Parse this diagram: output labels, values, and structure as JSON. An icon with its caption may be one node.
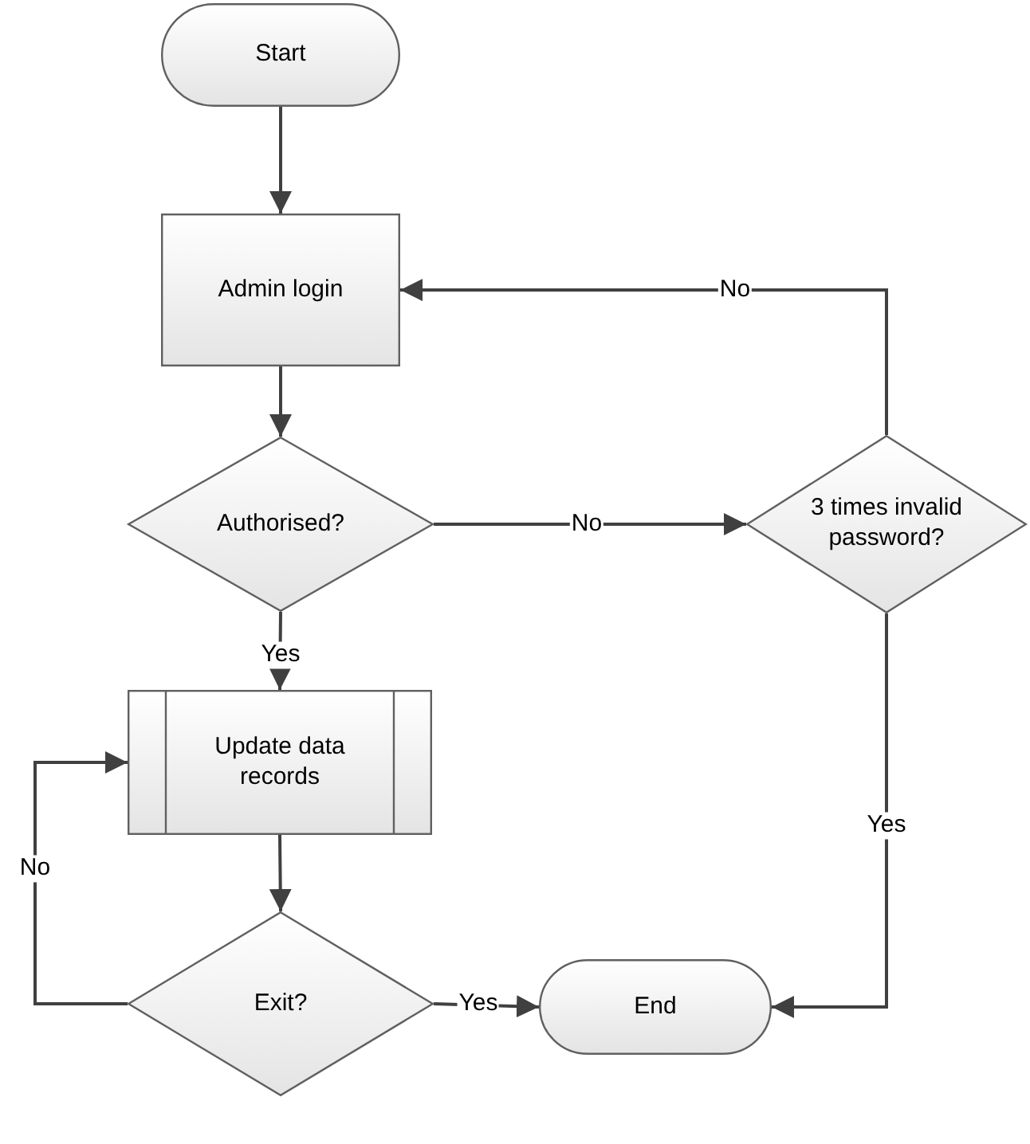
{
  "diagram": {
    "nodes": [
      {
        "text": [
          "Start"
        ]
      },
      {
        "text": [
          "Admin login"
        ]
      },
      {
        "text": [
          "Authorised?"
        ]
      },
      {
        "text": [
          "3 times invalid password?"
        ]
      },
      {
        "text": [
          "Update data records"
        ]
      },
      {
        "text": [
          "Exit?"
        ]
      },
      {
        "text": [
          "End"
        ]
      }
    ],
    "edges": [
      {
        "from": 0,
        "to": 1,
        "arrow": "to"
      },
      {
        "from": 1,
        "to": 2,
        "arrow": "to"
      },
      {
        "from": 2,
        "to": 3,
        "arrow": "to",
        "label": "No"
      },
      {
        "from": 3,
        "to": 1,
        "arrow": "to",
        "label": "No"
      },
      {
        "from": 2,
        "to": 4,
        "arrow": "to",
        "label": "Yes"
      },
      {
        "from": 4,
        "to": 5,
        "arrow": "to"
      },
      {
        "from": 5,
        "to": 4,
        "arrow": "to",
        "label": "No"
      },
      {
        "from": 5,
        "to": 6,
        "arrow": "to",
        "label": "Yes"
      },
      {
        "from": 3,
        "to": 6,
        "arrow": "to",
        "label": "Yes"
      }
    ]
  }
}
